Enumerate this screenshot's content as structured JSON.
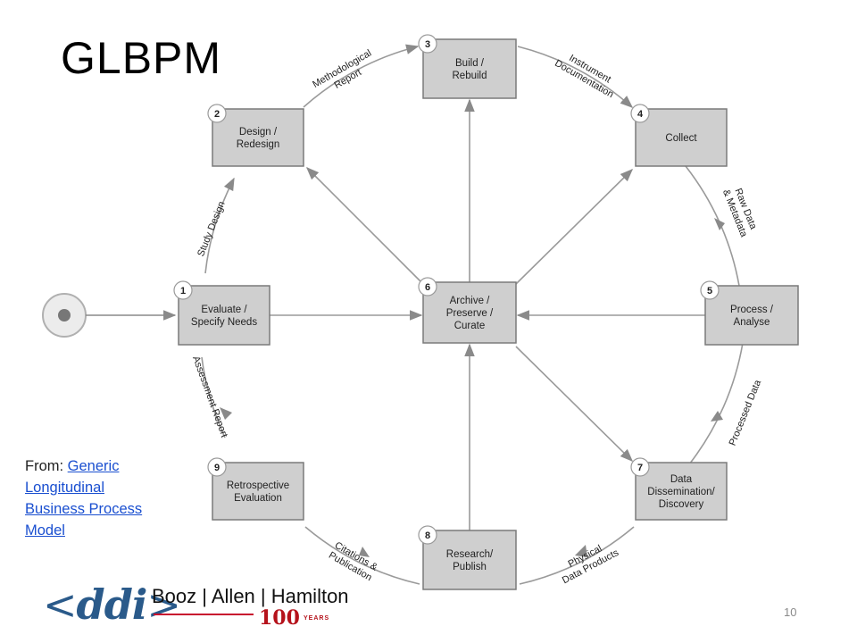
{
  "title": "GLBPM",
  "diagram": {
    "nodes": [
      {
        "id": "1",
        "label": [
          "Evaluate /",
          "Specify Needs"
        ]
      },
      {
        "id": "2",
        "label": [
          "Design /",
          "Redesign"
        ]
      },
      {
        "id": "3",
        "label": [
          "Build /",
          "Rebuild"
        ]
      },
      {
        "id": "4",
        "label": [
          "Collect"
        ]
      },
      {
        "id": "5",
        "label": [
          "Process /",
          "Analyse"
        ]
      },
      {
        "id": "6",
        "label": [
          "Archive /",
          "Preserve /",
          "Curate"
        ]
      },
      {
        "id": "7",
        "label": [
          "Data",
          "Dissemination/",
          "Discovery"
        ]
      },
      {
        "id": "8",
        "label": [
          "Research/",
          "Publish"
        ]
      },
      {
        "id": "9",
        "label": [
          "Retrospective",
          "Evaluation"
        ]
      }
    ],
    "edge_labels": [
      {
        "from": "1",
        "to": "2",
        "lines": [
          "Study Design"
        ]
      },
      {
        "from": "2",
        "to": "3",
        "lines": [
          "Methodological",
          "Report"
        ]
      },
      {
        "from": "3",
        "to": "4",
        "lines": [
          "Instrument",
          "Documentation"
        ]
      },
      {
        "from": "4",
        "to": "5",
        "lines": [
          "Raw Data",
          "& Metadata"
        ]
      },
      {
        "from": "5",
        "to": "7",
        "lines": [
          "Processed Data"
        ]
      },
      {
        "from": "7",
        "to": "8",
        "lines": [
          "Physical",
          "Data Products"
        ]
      },
      {
        "from": "8",
        "to": "9",
        "lines": [
          "Citations &",
          "Publication"
        ]
      },
      {
        "from": "9",
        "to": "1",
        "lines": [
          "Assessment Report"
        ]
      }
    ]
  },
  "source": {
    "prefix": "From: ",
    "link_text": "Generic Longitudinal Business Process Model"
  },
  "logos": {
    "ddi": {
      "left": "<",
      "middle": "ddi",
      "right": ">"
    },
    "booz_allen": {
      "name": "Booz | Allen | Hamilton",
      "number": "100",
      "suffix": "YEARS"
    }
  },
  "page_number": "10",
  "colors": {
    "box_fill": "#cfcfcf",
    "box_stroke": "#7a7a7a",
    "arrow": "#8a8a8a",
    "link": "#1a4fd0",
    "ddi_blue": "#2a5a8a",
    "bah_red": "#b5121b"
  }
}
